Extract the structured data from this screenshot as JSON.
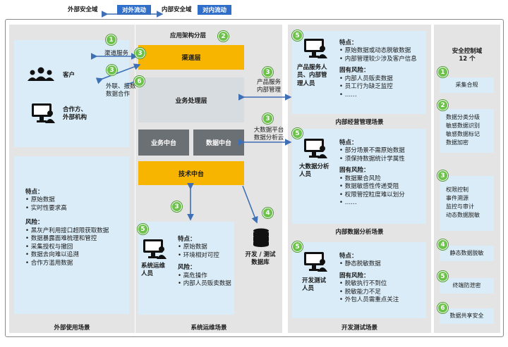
{
  "header": {
    "left_label": "外部安全域",
    "outbound_label": "对外流动",
    "right_label": "内部安全域",
    "inbound_label": "对内流动"
  },
  "external": {
    "actor_customer": "客户",
    "actor_partner": "合作方、\n外部机构",
    "features_title": "特点：",
    "features": [
      "原始数据",
      "实时性要求高"
    ],
    "risks_title": "风险：",
    "risks": [
      "黑灰产利用接口超限获取数据",
      "数据暴露面难梳理和管控",
      "采集授权与撤回",
      "数据去向难以追溯",
      "合作方滥用数据"
    ],
    "scene": "外部使用场景",
    "link_channel": "渠道服务",
    "link_partner": "外联、报数、\n数据合作"
  },
  "architecture": {
    "title": "应用架构分层",
    "channel": "渠道层",
    "business": "业务处理层",
    "biz_mid": "业务中台",
    "data_mid": "数据中台",
    "tech_mid": "技术中台",
    "ops_actor": "系统运维\n人员",
    "ops_features_title": "特点：",
    "ops_features": [
      "原始数据",
      "环境相对可控"
    ],
    "ops_risks_title": "风险：",
    "ops_risks": [
      "高危操作",
      "内部人员贩卖数据"
    ],
    "devdb": "开发 / 测试\n数据库",
    "scene": "系统运维场景"
  },
  "internal": {
    "mgmt_actor": "产品服务人\n员、内部管\n理人员",
    "mgmt_features_title": "特点：",
    "mgmt_features": [
      "原始数据或动态脱敏数据",
      "内部管理较少涉及客户信息"
    ],
    "mgmt_risks_title": "固有风险：",
    "mgmt_risks": [
      "内部人员贩卖数据",
      "员工行为缺乏监控",
      "……"
    ],
    "mgmt_scene": "内部经营管理场景",
    "mgmt_link": "产品服务\n内部管理",
    "analysis_actor": "大数据分析\n人员",
    "analysis_features_title": "特点：",
    "analysis_features": [
      "部分场景不需原始数据",
      "须保持数据统计学属性"
    ],
    "analysis_risks_title": "固有风险：",
    "analysis_risks": [
      "数据聚合风险",
      "数据敏感性传递受阻",
      "权限管控粒度难以划分",
      "……"
    ],
    "analysis_scene": "内部数据分析场景",
    "analysis_link": "大数据平台\n数据分析云",
    "test_actor": "开发测试\n人员",
    "test_features_title": "特点：",
    "test_features": [
      "静态脱敏数据"
    ],
    "test_risks_title": "固有风险：",
    "test_risks": [
      "脱敏执行不到位",
      "脱敏能力不足",
      "外包人员需重点关注"
    ],
    "test_scene": "开发测试场景"
  },
  "control": {
    "title": "安全控制域\n12 个",
    "items": [
      {
        "num": "1",
        "text": "采集合规"
      },
      {
        "num": "2",
        "text": "数据分类分级\n敏感数据识别\n敏感数据标记\n数据加密"
      },
      {
        "num": "3",
        "text": "权限控制\n事件溯源\n监控与审计\n动态数据脱敏"
      },
      {
        "num": "4",
        "text": "静态数据脱敏"
      },
      {
        "num": "5",
        "text": "终端防泄密"
      },
      {
        "num": "6",
        "text": "数据共享安全"
      }
    ]
  },
  "badges": {
    "b1": "1",
    "b2": "2",
    "b3": "3",
    "b4": "4",
    "b5": "5",
    "b6": "6"
  },
  "colors": {
    "accent_blue": "#2f6fc9",
    "badge_green": "#6cc24a",
    "orange": "#f7b500",
    "panel_gray": "#e4e4e4",
    "panel_blue": "#d9ecf8"
  }
}
